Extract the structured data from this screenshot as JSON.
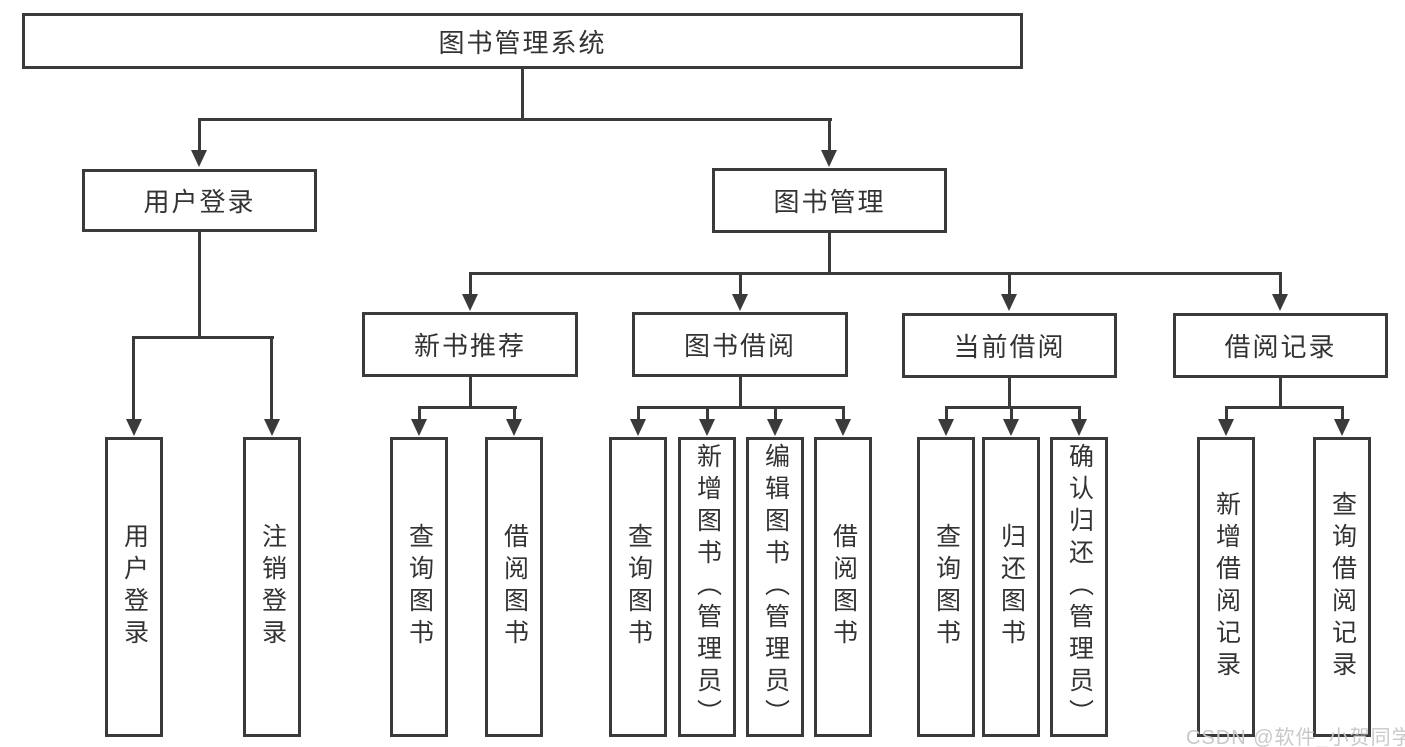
{
  "tree": {
    "root": {
      "label": "图书管理系统",
      "children": [
        {
          "label": "用户登录",
          "children": [
            {
              "label": "用户登录"
            },
            {
              "label": "注销登录"
            }
          ]
        },
        {
          "label": "图书管理",
          "children": [
            {
              "label": "新书推荐",
              "children": [
                {
                  "label": "查询图书"
                },
                {
                  "label": "借阅图书"
                }
              ]
            },
            {
              "label": "图书借阅",
              "children": [
                {
                  "label": "查询图书"
                },
                {
                  "label": "新增图书（管理员）"
                },
                {
                  "label": "编辑图书（管理员）"
                },
                {
                  "label": "借阅图书"
                }
              ]
            },
            {
              "label": "当前借阅",
              "children": [
                {
                  "label": "查询图书"
                },
                {
                  "label": "归还图书"
                },
                {
                  "label": "确认归还（管理员）"
                }
              ]
            },
            {
              "label": "借阅记录",
              "children": [
                {
                  "label": "新增借阅记录"
                },
                {
                  "label": "查询借阅记录"
                }
              ]
            }
          ]
        }
      ]
    }
  },
  "watermark": {
    "text": "CSDN @软件_小贺同学"
  },
  "colors": {
    "line": "#3a3a3a",
    "text": "#333333",
    "box_background": "#ffffff",
    "watermark": "#c9c9c9",
    "page_background": "#ffffff"
  }
}
